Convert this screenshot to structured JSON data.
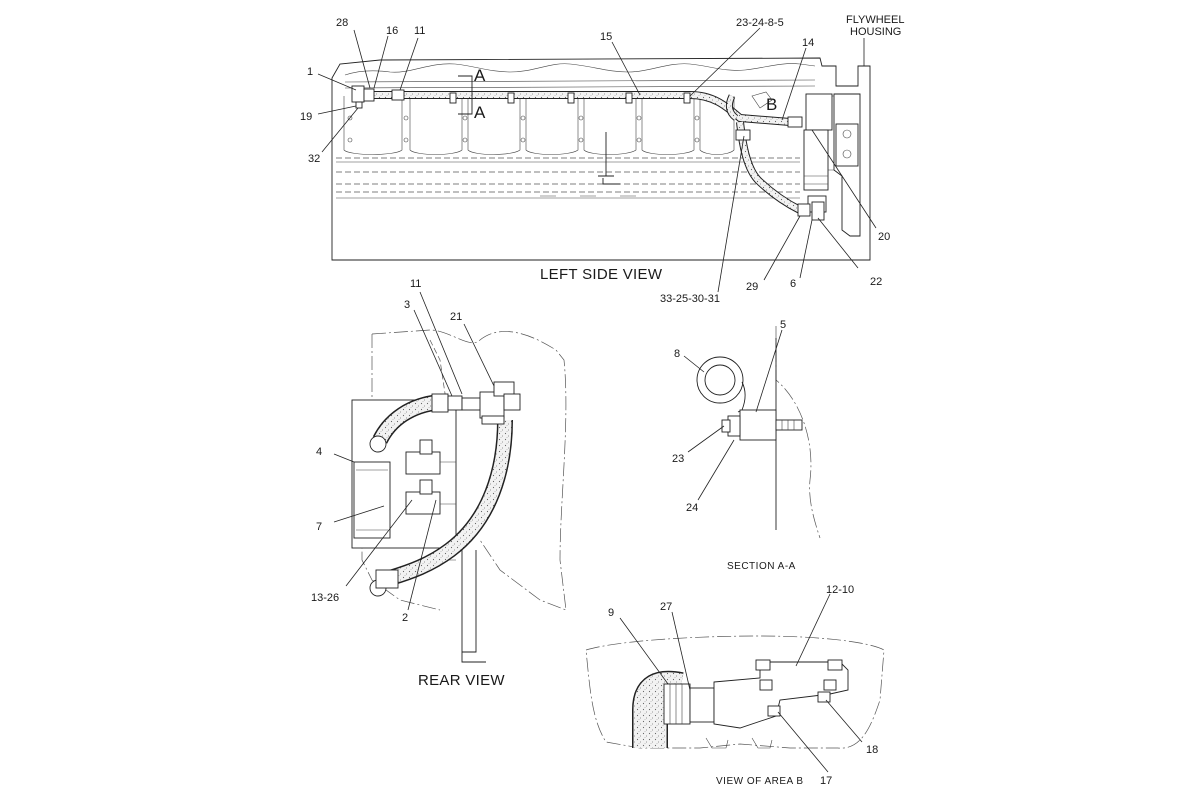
{
  "views": {
    "left_side": {
      "title": "LEFT SIDE VIEW",
      "flywheel_label_1": "FLYWHEEL",
      "flywheel_label_2": "HOUSING",
      "section_mark_upper": "A",
      "section_mark_lower": "A",
      "area_mark": "B",
      "callouts": {
        "c1": "1",
        "c28": "28",
        "c16": "16",
        "c11": "11",
        "c19": "19",
        "c32": "32",
        "c15": "15",
        "c23_24_8_5": "23-24-8-5",
        "c14": "14",
        "c20": "20",
        "c22": "22",
        "c6": "6",
        "c29": "29",
        "c33_25_30_31": "33-25-30-31"
      }
    },
    "rear": {
      "title": "REAR VIEW",
      "callouts": {
        "c11": "11",
        "c3": "3",
        "c21": "21",
        "c4": "4",
        "c7": "7",
        "c13_26": "13-26",
        "c2": "2"
      }
    },
    "section_aa": {
      "title": "SECTION  A-A",
      "callouts": {
        "c8": "8",
        "c5": "5",
        "c23": "23",
        "c24": "24"
      }
    },
    "area_b": {
      "title": "VIEW OF AREA  B",
      "callouts": {
        "c9": "9",
        "c27": "27",
        "c12_10": "12-10",
        "c18": "18",
        "c17": "17"
      }
    }
  }
}
